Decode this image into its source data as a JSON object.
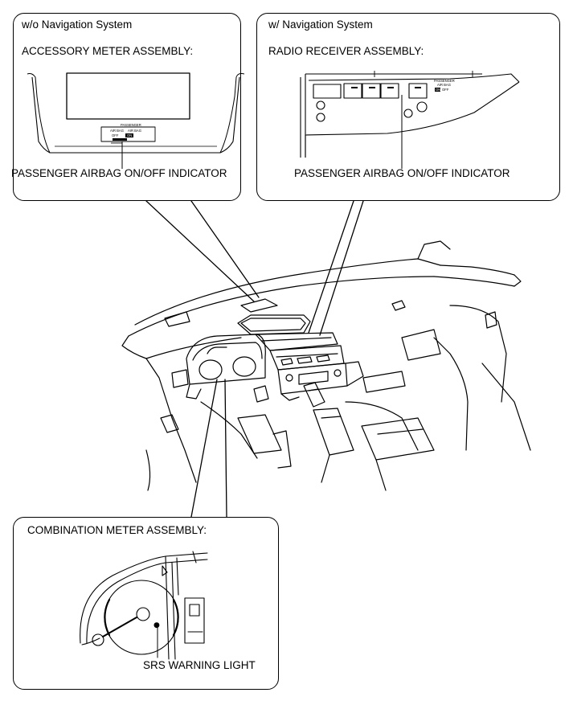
{
  "callouts": {
    "left": {
      "condition": "w/o Navigation System",
      "assembly": "ACCESSORY METER ASSEMBLY:",
      "indicator": "PASSENGER AIRBAG ON/OFF INDICATOR",
      "panel": {
        "header": "PASSENGER",
        "airbag_1": "AIR BAG",
        "airbag_2": "AIR BAG",
        "off": "OFF",
        "on": "ON"
      }
    },
    "right": {
      "condition": "w/ Navigation System",
      "assembly": "RADIO RECEIVER ASSEMBLY:",
      "indicator": "PASSENGER AIRBAG ON/OFF INDICATOR",
      "panel": {
        "line_1": "PASSENGER",
        "line_2": "AIR BAG",
        "on": "ON",
        "off": "OFF"
      }
    },
    "bottom": {
      "assembly": "COMBINATION METER ASSEMBLY:",
      "warning": "SRS WARNING LIGHT"
    }
  }
}
